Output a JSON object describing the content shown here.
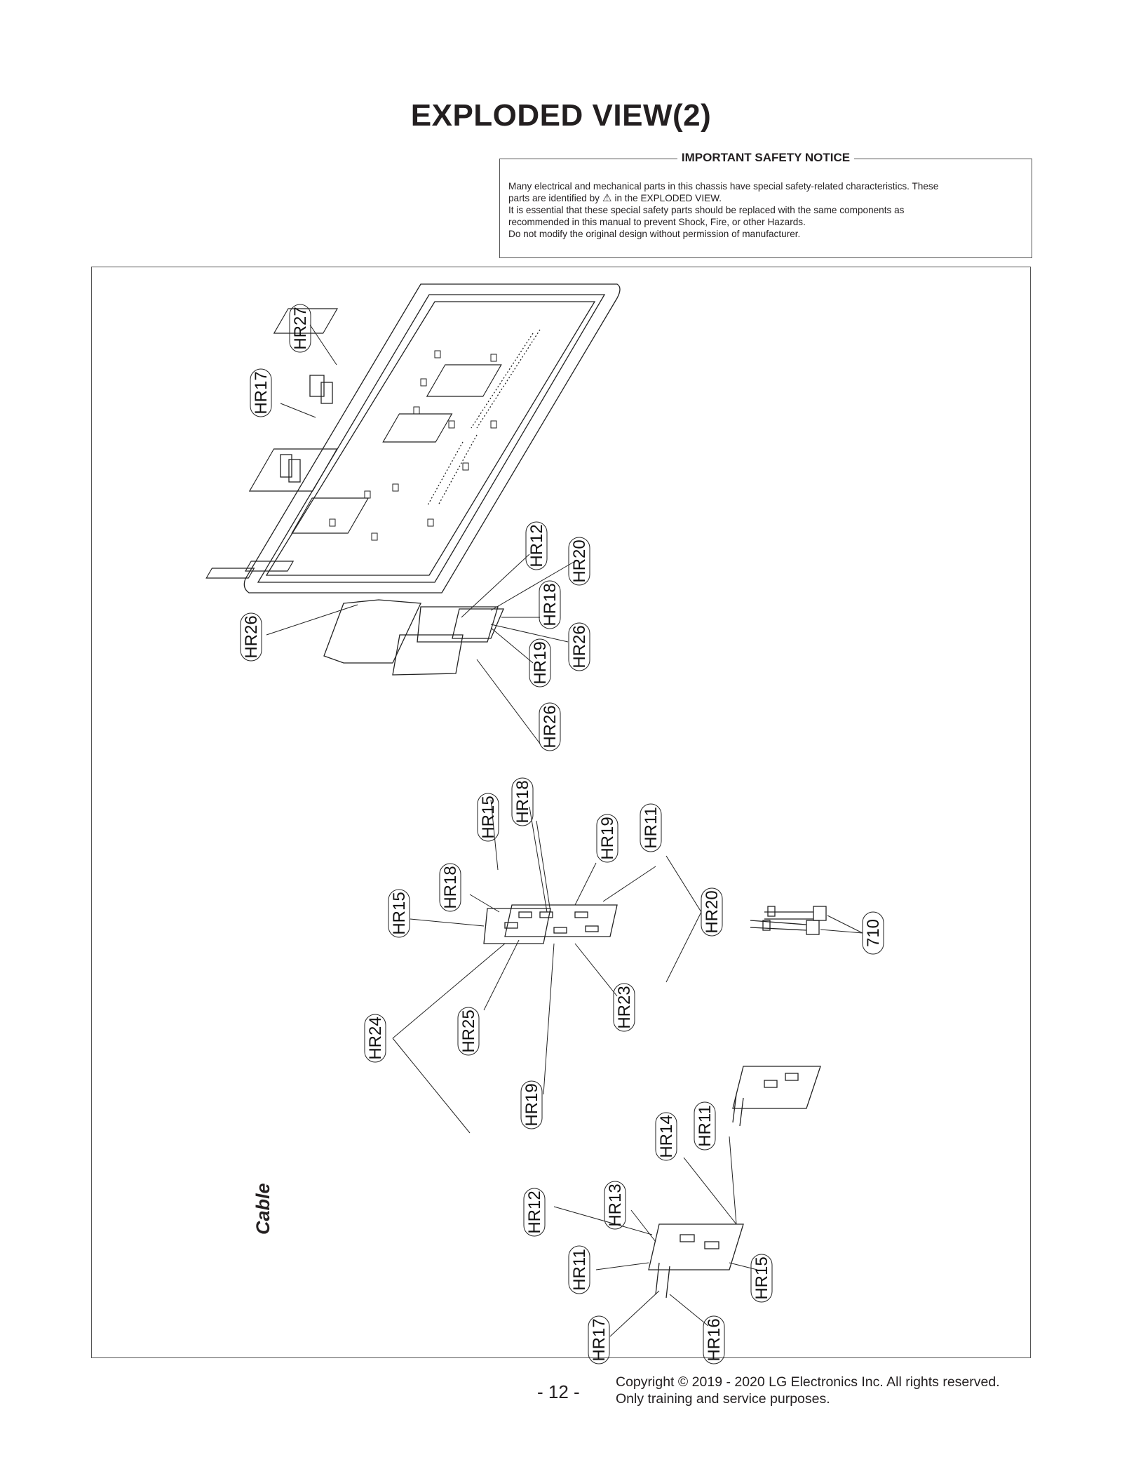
{
  "page_title": "EXPLODED VIEW(2)",
  "notice": {
    "heading": "IMPORTANT SAFETY NOTICE",
    "line1": "Many electrical and mechanical parts in this chassis have special safety-related characteristics. These",
    "line2a": "parts are identified by",
    "line2b": "in the EXPLODED VIEW.",
    "line3": "It is essential that these special safety parts should be replaced with the same components as",
    "line4": "recommended in this manual to prevent Shock, Fire, or other Hazards.",
    "line5": "Do not modify the original design without permission of manufacturer."
  },
  "cable_label": "Cable",
  "labels": {
    "l1": "HR27",
    "l2": "HR17",
    "l3": "HR26",
    "l4": "HR12",
    "l5": "HR20",
    "l6": "HR18",
    "l7": "HR26",
    "l8": "HR19",
    "l9": "HR26",
    "l10": "HR15",
    "l11": "HR18",
    "l12": "HR19",
    "l13": "HR11",
    "l14": "HR15",
    "l15": "HR18",
    "l16": "HR20",
    "l17": "710",
    "l18": "HR23",
    "l19": "HR25",
    "l20": "HR24",
    "l21": "HR19",
    "l22": "HR14",
    "l23": "HR11",
    "l24": "HR12",
    "l25": "HR13",
    "l26": "HR11",
    "l27": "HR15",
    "l28": "HR17",
    "l29": "HR16"
  },
  "footer": {
    "page": "- 12 -",
    "copyright": "Copyright © 2019 - 2020 LG Electronics Inc. All rights reserved.",
    "note": "Only training and service purposes."
  }
}
